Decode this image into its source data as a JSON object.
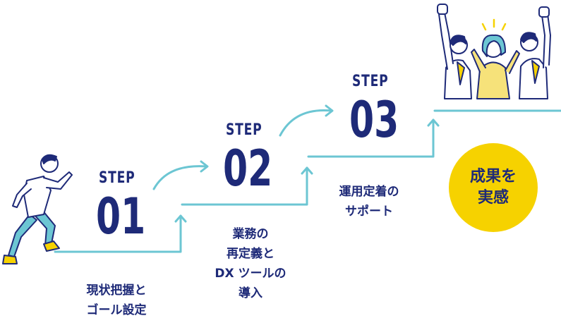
{
  "steps": [
    {
      "label": "STEP",
      "number": "01",
      "caption": [
        "現状把握と",
        "ゴール設定"
      ]
    },
    {
      "label": "STEP",
      "number": "02",
      "caption": [
        "業務の",
        "再定義と",
        "DX ツールの",
        "導入"
      ]
    },
    {
      "label": "STEP",
      "number": "03",
      "caption": [
        "運用定着の",
        "サポート"
      ]
    }
  ],
  "result": {
    "lines": [
      "成果を",
      "実感"
    ]
  },
  "colors": {
    "navy": "#1e2a78",
    "teal": "#6cc6d3",
    "yellow": "#f6d200"
  },
  "illustrations": {
    "runner": "running-man-illustration",
    "team": "celebrating-team-illustration"
  }
}
